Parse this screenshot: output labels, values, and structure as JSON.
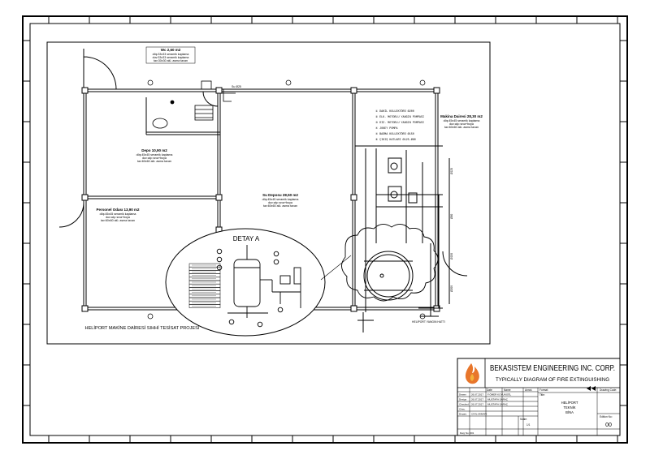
{
  "drawing": {
    "caption": "HELİPORT MAKİNE DAİRESİ SIHHİ TESİSAT PROJESİ",
    "detail_title": "DETAY A",
    "rooms": {
      "wc": {
        "name": "Wc 2,60 m2",
        "lines": [
          "döş:33x33 seramik kaplama",
          "duv:33x33 seramik kaplama",
          "tav:30x30 alü. asma tavan"
        ]
      },
      "depo": {
        "name": "Depo 10,90 m2",
        "lines": [
          "döş:45x45 seramik kaplama",
          "duv:alçı sıva+boya",
          "tav:60x60 alü. asma tavan"
        ]
      },
      "personel": {
        "name": "Personel Odası 13,90 m2",
        "lines": [
          "döş:45x45 seramik kaplama",
          "duv:alçı sıva+boya",
          "tav:60x60 alü. asma tavan"
        ]
      },
      "su_deposu": {
        "name": "Su Deposu 28,50 m2",
        "lines": [
          "döş:45x45 seramik kaplama",
          "duv:alçı sıva+boya",
          "tav:60x60 alü. asma tavan"
        ]
      },
      "makina": {
        "name": "Makina Dairesi 28,30 m2",
        "lines": [
          "döş:45x45 seramik kaplama",
          "duv:alçı sıva+boya",
          "tav:60x60 alü. asma tavan"
        ]
      }
    },
    "legend": [
      "① DAHİL KOLLEKTÖRÜ Ø200",
      "② ELK. MOTORLU YANGIN POMPASI",
      "③ DİZ. MOTORLU YANGIN POMPASI",
      "④ JOKEY POMPA",
      "⑤ BASMA KOLLEKTÖRÜ Ø150",
      "⑥ ÇIKIŞ HATLARI Ø125-Ø80"
    ],
    "pipe_labels": [
      "Ø125",
      "Ø80",
      "Ø150",
      "Ø200"
    ],
    "outlet_label": "HELİPORT YANGIN HATTI",
    "top_label": "Su Ø25"
  },
  "title_block": {
    "company": "BEKASISTEM ENGINEERING INC. CORP.",
    "subtitle": "TYPICALLY DIAGRAM OF FIRE EXTINGUISHING",
    "col_headers": [
      "Date",
      "Name",
      "Annot.",
      "Format:"
    ],
    "rows": [
      {
        "label": "Drawn",
        "date": "26.07.2017",
        "name": "F.ÖMER KOYUNOĞL"
      },
      {
        "label": "Design",
        "date": "26.07.2017",
        "name": "MUSTAFA SARAÇ"
      },
      {
        "label": "Checked",
        "date": "26.07.2017",
        "name": "MUSTAFA SARAÇ"
      },
      {
        "label": "Chec.",
        "date": "",
        "name": ""
      },
      {
        "label": "Depart.",
        "date": "CİVİL-MIMARI",
        "name": ""
      }
    ],
    "format_label": "Format:",
    "drawing_code_label": "Drawing Code:",
    "title_label": "Title:",
    "title_lines": [
      "HELİPORT",
      "TEKNİK",
      "BİNA"
    ],
    "scale_label": "Scale:",
    "scale_value": "1/1",
    "edition_label": "Edition No:",
    "edition_value": "00",
    "footer": "Dwg No: 001"
  },
  "colors": {
    "flame_outer": "#e8762b",
    "flame_inner": "#f3b23a",
    "line": "#000000"
  }
}
